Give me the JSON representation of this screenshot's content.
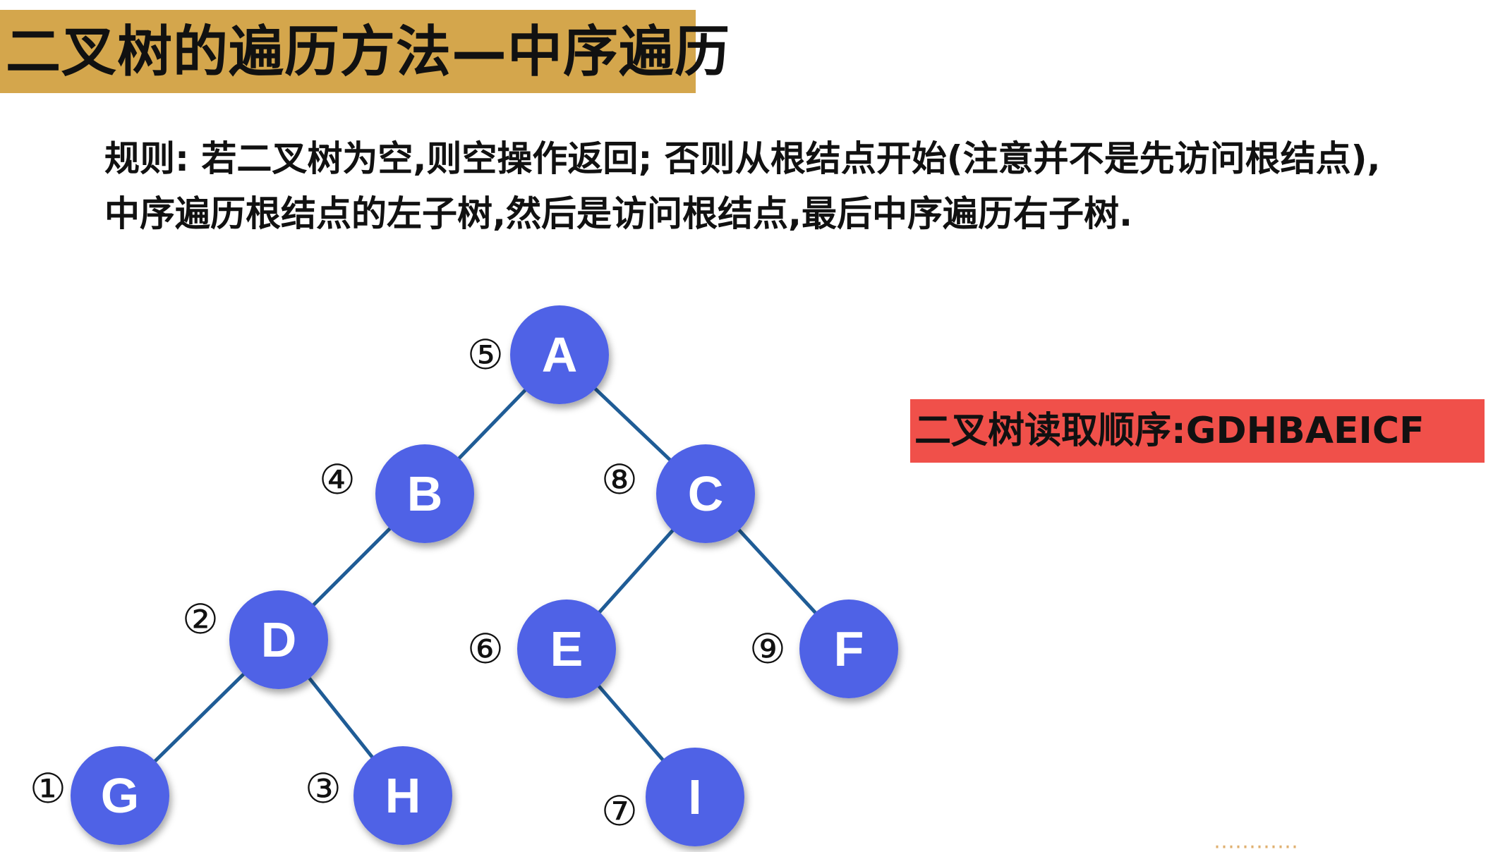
{
  "title": "二叉树的遍历方法—中序遍历",
  "rule": {
    "line1": "规则: 若二叉树为空,则空操作返回; 否则从根结点开始(注意并不是先访问根结点),",
    "line2": "中序遍历根结点的左子树,然后是访问根结点,最后中序遍历右子树."
  },
  "read_order_label": "二叉树读取顺序:GDHBAEICF",
  "colors": {
    "title_banner": "#d4a64c",
    "order_banner": "#f0504a",
    "node_fill": "#5062e6",
    "edge": "#1f5c96",
    "node_text": "#ffffff"
  },
  "tree": {
    "nodes": [
      {
        "id": "A",
        "label": "A",
        "order": "⑤"
      },
      {
        "id": "B",
        "label": "B",
        "order": "④"
      },
      {
        "id": "C",
        "label": "C",
        "order": "⑧"
      },
      {
        "id": "D",
        "label": "D",
        "order": "②"
      },
      {
        "id": "E",
        "label": "E",
        "order": "⑥"
      },
      {
        "id": "F",
        "label": "F",
        "order": "⑨"
      },
      {
        "id": "G",
        "label": "G",
        "order": "①"
      },
      {
        "id": "H",
        "label": "H",
        "order": "③"
      },
      {
        "id": "I",
        "label": "I",
        "order": "⑦"
      }
    ],
    "edges": [
      {
        "from": "A",
        "to": "B"
      },
      {
        "from": "A",
        "to": "C"
      },
      {
        "from": "B",
        "to": "D"
      },
      {
        "from": "C",
        "to": "E"
      },
      {
        "from": "C",
        "to": "F"
      },
      {
        "from": "D",
        "to": "G"
      },
      {
        "from": "D",
        "to": "H"
      },
      {
        "from": "E",
        "to": "I"
      }
    ]
  }
}
